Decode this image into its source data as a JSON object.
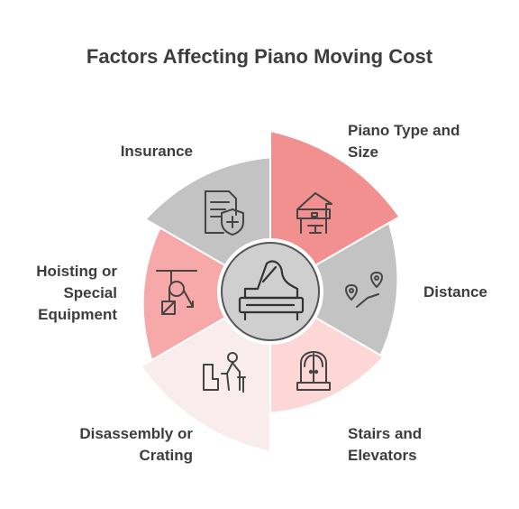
{
  "title": "Factors Affecting Piano Moving Cost",
  "segments": [
    {
      "label": "Insurance",
      "color": "#f28f8f",
      "icon": "insurance-document-shield-icon"
    },
    {
      "label": "Piano Type and Size",
      "color": "#c3c3c3",
      "icon": "grand-piano-with-bench-icon"
    },
    {
      "label": "Distance",
      "color": "#fdd6d6",
      "icon": "map-pin-route-icon"
    },
    {
      "label": "Stairs and Elevators",
      "color": "#f9ecec",
      "icon": "arched-doors-elevator-icon"
    },
    {
      "label": "Disassembly or Crating",
      "color": "#f7a9a9",
      "icon": "person-crating-icon"
    },
    {
      "label": "Hoisting or Special Equipment",
      "color": "#c3c3c3",
      "icon": "pulley-hoist-icon"
    }
  ],
  "center": {
    "icon": "grand-piano-icon",
    "color": "#cfcfcf"
  }
}
